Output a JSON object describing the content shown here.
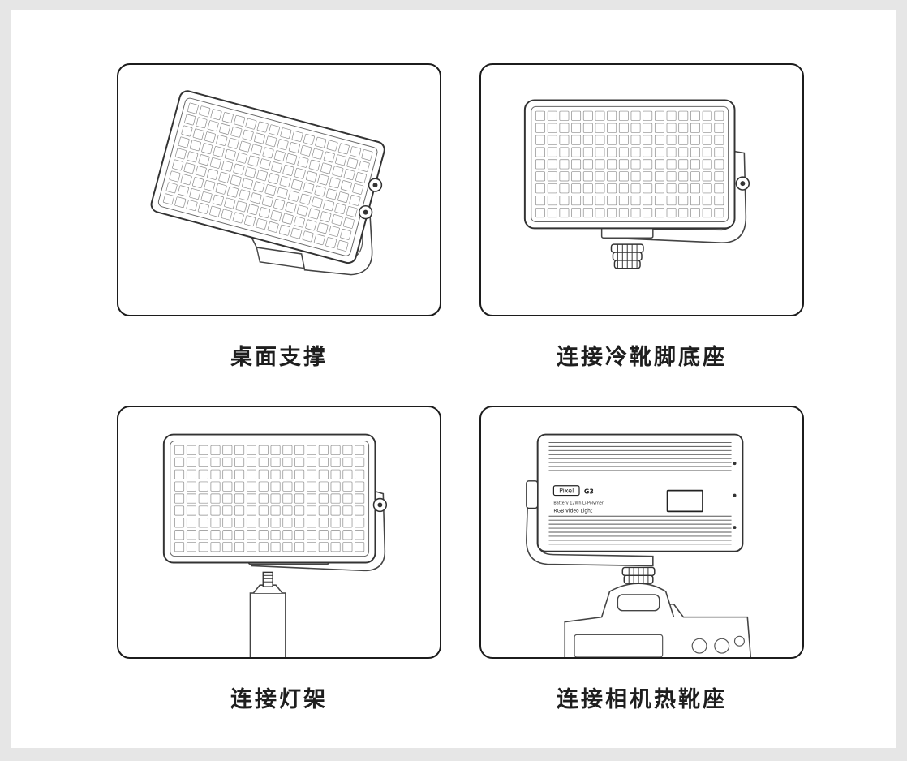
{
  "panels": [
    {
      "caption": "桌面支撑",
      "scene": "desktop-stand"
    },
    {
      "caption": "连接冷靴脚底座",
      "scene": "cold-shoe-base"
    },
    {
      "caption": "连接灯架",
      "scene": "light-stand"
    },
    {
      "caption": "连接相机热靴座",
      "scene": "camera-hot-shoe"
    }
  ],
  "product_label": {
    "brand": "Pixel",
    "model": "G3",
    "battery_text": "Battery 12Wh Li-Polymer",
    "product_name": "RGB Video Light"
  }
}
